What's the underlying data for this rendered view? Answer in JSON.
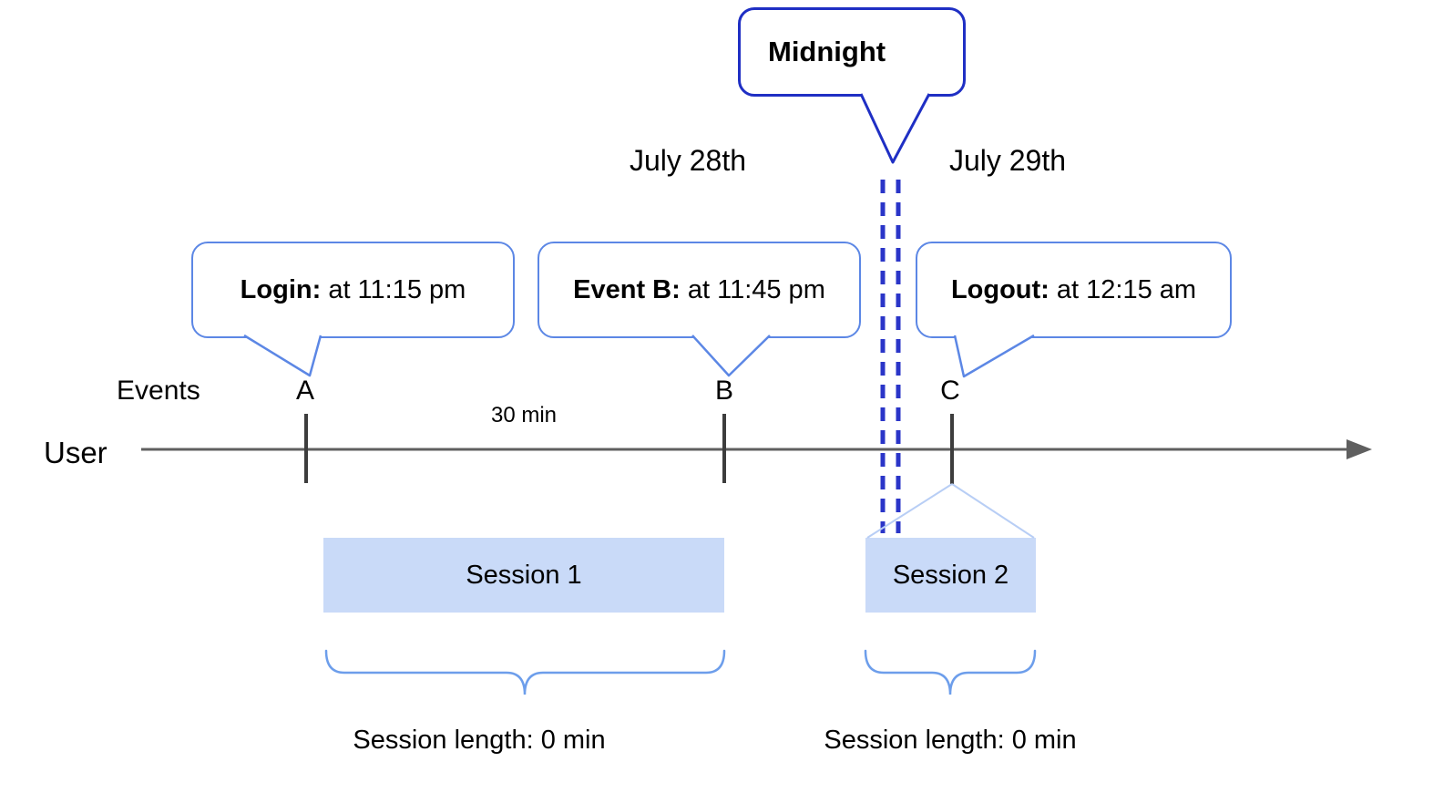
{
  "title": "User session timeline diagram",
  "colors": {
    "midnight_bubble_border": "#1f2fc4",
    "event_bubble_border": "#5c87e5",
    "dashed_line": "#2a35c8",
    "timeline": "#5f5f5f",
    "tick": "#3d3d3d",
    "session_fill": "#c9daf8",
    "brace": "#6d9eeb",
    "funnel": "#b8cef5",
    "text": "#000000"
  },
  "midnight_callout": {
    "label": "Midnight"
  },
  "dates": {
    "left": "July 28th",
    "right": "July 29th"
  },
  "event_callouts": [
    {
      "label": "Login:",
      "text": "at 11:15 pm"
    },
    {
      "label": "Event B:",
      "text": "at 11:45 pm"
    },
    {
      "label": "Logout:",
      "text": "at 12:15 am"
    }
  ],
  "axis": {
    "events_label": "Events",
    "user_label": "User",
    "event_markers": [
      "A",
      "B",
      "C"
    ],
    "interval_label": "30 min"
  },
  "sessions": [
    {
      "name": "Session 1",
      "length_label": "Session length: 0 min"
    },
    {
      "name": "Session 2",
      "length_label": "Session length: 0 min"
    }
  ]
}
